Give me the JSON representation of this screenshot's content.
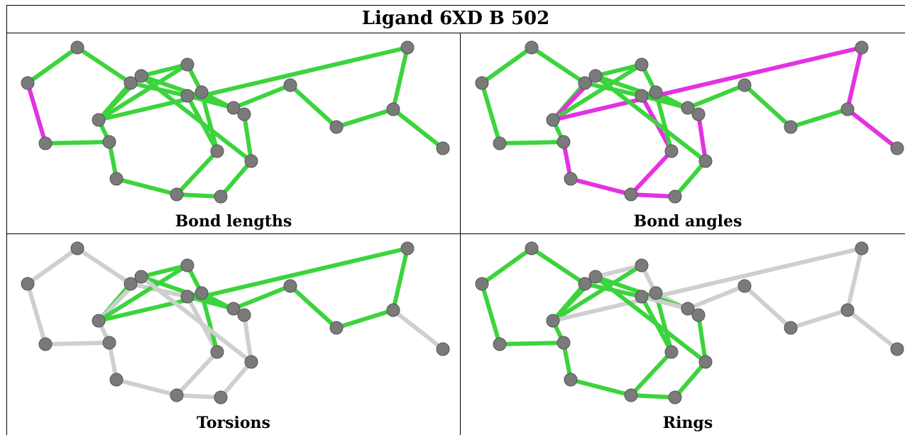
{
  "title": "Ligand 6XD B 502",
  "colors": {
    "ok": "#3cd43c",
    "bad": "#e332e3",
    "neutral": "#cfcfcf",
    "atom": "#7a7a7a"
  },
  "panels": [
    {
      "label": "Bond lengths"
    },
    {
      "label": "Bond angles"
    },
    {
      "label": "Torsions"
    },
    {
      "label": "Rings"
    }
  ]
}
